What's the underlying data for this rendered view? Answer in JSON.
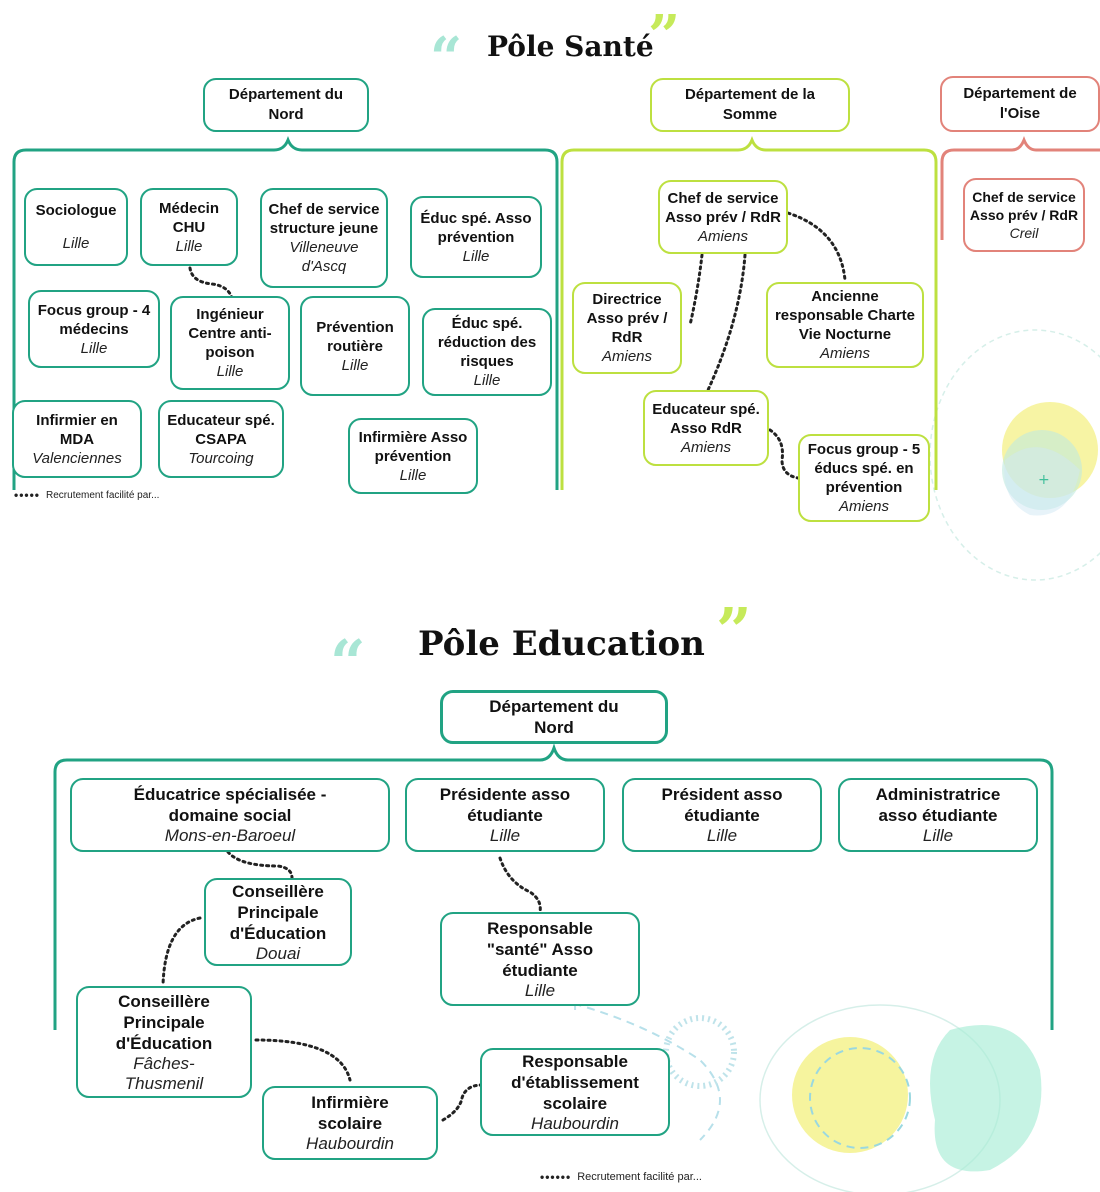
{
  "colors": {
    "nord": "#21a383",
    "somme": "#bde040",
    "oise": "#e2837a",
    "deco_yellow": "#f3f07e",
    "deco_teal": "#bfe9df"
  },
  "sante": {
    "title": "Pôle Santé",
    "nord": {
      "label": "Département du\nNord",
      "boxes": [
        {
          "name": "Sociologue",
          "city": "Lille"
        },
        {
          "name": "Médecin\nCHU",
          "city": "Lille"
        },
        {
          "name": "Chef de service\nstructure jeune",
          "city": "Villeneuve\nd'Ascq"
        },
        {
          "name": "Éduc spé. Asso\nprévention",
          "city": "Lille"
        },
        {
          "name": "Focus group - 4\nmédecins",
          "city": "Lille"
        },
        {
          "name": "Ingénieur\nCentre anti-\npoison",
          "city": "Lille"
        },
        {
          "name": "Prévention\nroutière",
          "city": "Lille"
        },
        {
          "name": "Éduc spé.\nréduction des\nrisques",
          "city": "Lille"
        },
        {
          "name": "Infirmier en\nMDA",
          "city": "Valenciennes"
        },
        {
          "name": "Educateur spé.\nCSAPA",
          "city": "Tourcoing"
        },
        {
          "name": "Infirmière Asso\nprévention",
          "city": "Lille"
        }
      ]
    },
    "somme": {
      "label": "Département de la\nSomme",
      "boxes": [
        {
          "name": "Chef de service\nAsso prév / RdR",
          "city": "Amiens"
        },
        {
          "name": "Directrice\nAsso prév /\nRdR",
          "city": "Amiens"
        },
        {
          "name": "Ancienne\nresponsable Charte\nVie Nocturne",
          "city": "Amiens"
        },
        {
          "name": "Educateur spé.\nAsso RdR",
          "city": "Amiens"
        },
        {
          "name": "Focus group - 5\néducs spé. en\nprévention",
          "city": "Amiens"
        }
      ]
    },
    "oise": {
      "label": "Département de\nl'Oise",
      "boxes": [
        {
          "name": "Chef de service\nAsso prév / RdR",
          "city": "Creil"
        }
      ]
    },
    "legend": "Recrutement facilité par..."
  },
  "education": {
    "title": "Pôle Education",
    "nord": {
      "label": "Département du\nNord",
      "boxes": [
        {
          "name": "Éducatrice spécialisée -\ndomaine social",
          "city": "Mons-en-Baroeul"
        },
        {
          "name": "Présidente asso\nétudiante",
          "city": "Lille"
        },
        {
          "name": "Président asso\nétudiante",
          "city": "Lille"
        },
        {
          "name": "Administratrice\nasso étudiante",
          "city": "Lille"
        },
        {
          "name": "Conseillère\nPrincipale\nd'Éducation",
          "city": "Douai"
        },
        {
          "name": "Responsable\n\"santé\" Asso\nétudiante",
          "city": "Lille"
        },
        {
          "name": "Conseillère\nPrincipale\nd'Éducation",
          "city": "Fâches-\nThusmenil"
        },
        {
          "name": "Infirmière\nscolaire",
          "city": "Haubourdin"
        },
        {
          "name": "Responsable\nd'établissement\nscolaire",
          "city": "Haubourdin"
        }
      ]
    },
    "legend": "Recrutement facilité par..."
  }
}
